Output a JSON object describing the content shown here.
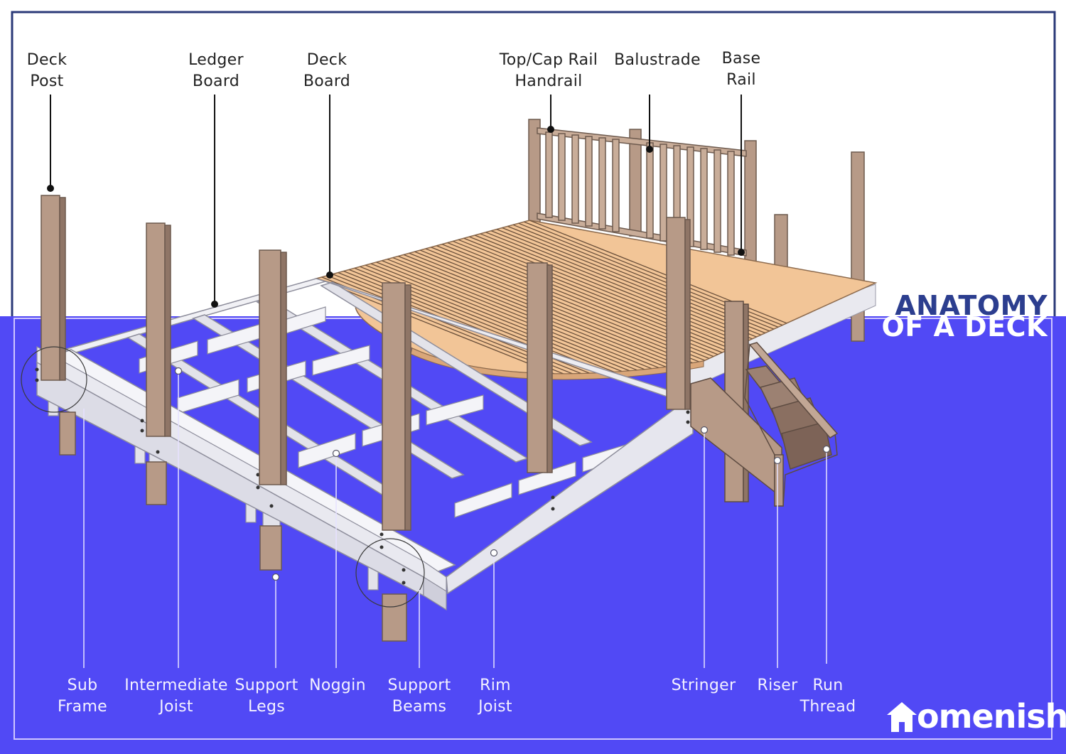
{
  "title": {
    "line1": "ANATOMY",
    "line2": "OF A DECK"
  },
  "brand": {
    "name": "omenish",
    "icon": "house-icon"
  },
  "colors": {
    "background": "#ffffff",
    "panel": "#5149f5",
    "frame": "#2b3a78",
    "post": "#b79a87",
    "board": "#f2c597",
    "white_frame": "#e9e9ef"
  },
  "labels_top": [
    {
      "id": "deck-post",
      "text": "Deck\nPost"
    },
    {
      "id": "ledger-board",
      "text": "Ledger\nBoard"
    },
    {
      "id": "deck-board",
      "text": "Deck\nBoard"
    },
    {
      "id": "top-cap-rail-handrail",
      "text": "Top/Cap Rail\nHandrail"
    },
    {
      "id": "balustrade",
      "text": "Balustrade"
    },
    {
      "id": "base-rail",
      "text": "Base\nRail"
    }
  ],
  "labels_bottom": [
    {
      "id": "sub-frame",
      "text": "Sub\nFrame"
    },
    {
      "id": "intermediate-joist",
      "text": "Intermediate\nJoist"
    },
    {
      "id": "support-legs",
      "text": "Support\nLegs"
    },
    {
      "id": "noggin",
      "text": "Noggin"
    },
    {
      "id": "support-beams",
      "text": "Support\nBeams"
    },
    {
      "id": "rim-joist",
      "text": "Rim\nJoist"
    },
    {
      "id": "stringer",
      "text": "Stringer"
    },
    {
      "id": "riser",
      "text": "Riser"
    },
    {
      "id": "run-thread",
      "text": "Run\nThread"
    }
  ]
}
